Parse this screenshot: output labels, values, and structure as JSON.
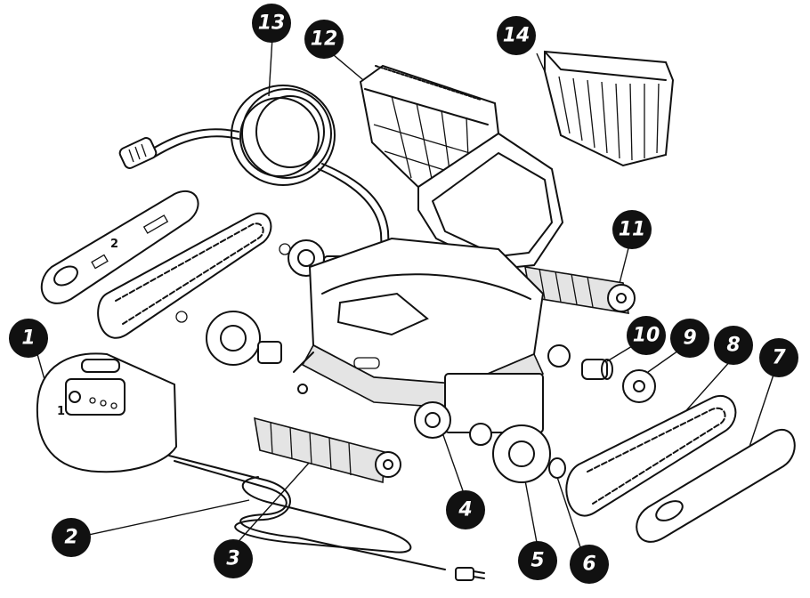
{
  "callouts": [
    {
      "num": "1"
    },
    {
      "num": "2"
    },
    {
      "num": "3"
    },
    {
      "num": "4"
    },
    {
      "num": "5"
    },
    {
      "num": "6"
    },
    {
      "num": "7"
    },
    {
      "num": "8"
    },
    {
      "num": "9"
    },
    {
      "num": "10"
    },
    {
      "num": "11"
    },
    {
      "num": "12"
    },
    {
      "num": "13"
    },
    {
      "num": "14"
    }
  ],
  "side_panel": {
    "mark": "2"
  },
  "motor_unit": {
    "mark": "1"
  }
}
